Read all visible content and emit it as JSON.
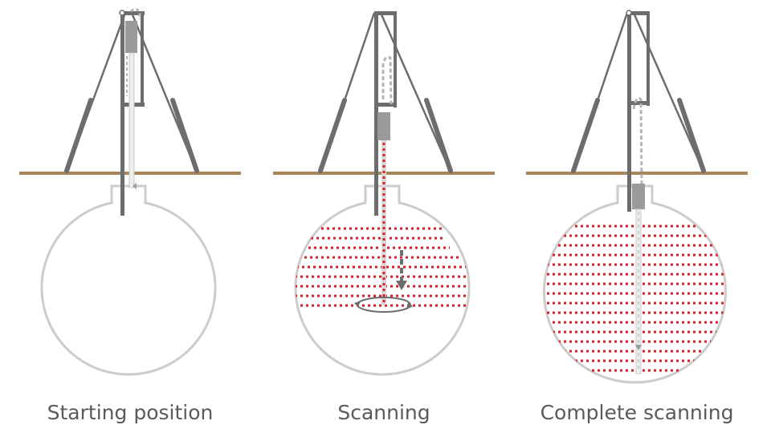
{
  "panels": [
    {
      "caption": "Starting position"
    },
    {
      "caption": "Scanning"
    },
    {
      "caption": "Complete scanning"
    }
  ],
  "colors": {
    "ground": "#a8865a",
    "frame": "#6d6d6d",
    "tank": "#cccccc",
    "scan": "#d6202a",
    "dashed": "#b5b5b5",
    "text": "#5a5a5a"
  }
}
